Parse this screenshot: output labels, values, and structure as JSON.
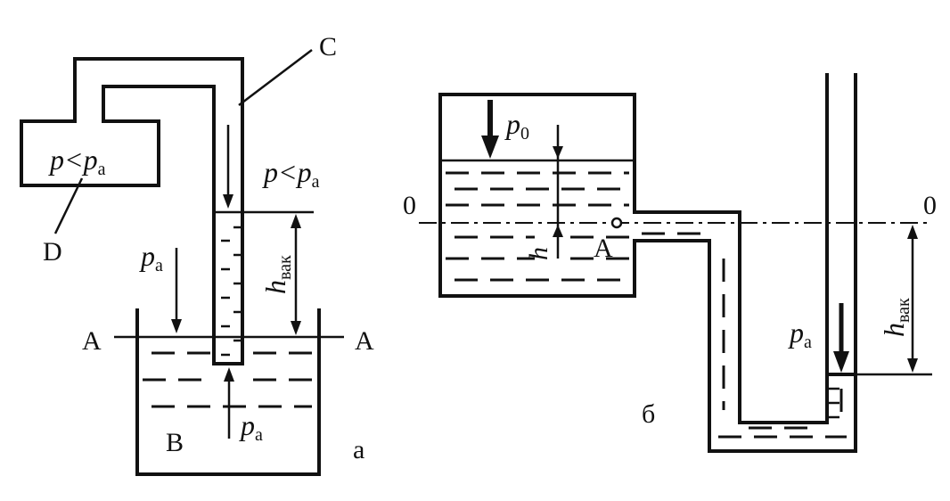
{
  "figure_a": {
    "label_p_less_pa_tank": "p<p",
    "label_p_less_pa_tube": "p<p",
    "sub_a": "а",
    "label_C": "C",
    "label_D": "D",
    "label_pa_left": "p",
    "label_pa_bottom": "p",
    "label_h": "h",
    "label_h_sub": "вак",
    "label_A_left": "A",
    "label_A_right": "A",
    "label_B": "B",
    "fig_letter": "а"
  },
  "figure_b": {
    "label_p0": "p",
    "label_p0_sub": "0",
    "label_h": "h",
    "label_A": "A",
    "label_0_left": "0",
    "label_0_right": "0",
    "label_pa": "p",
    "label_pa_sub": "а",
    "label_hvak": "h",
    "label_hvak_sub": "вак",
    "fig_letter": "б"
  }
}
